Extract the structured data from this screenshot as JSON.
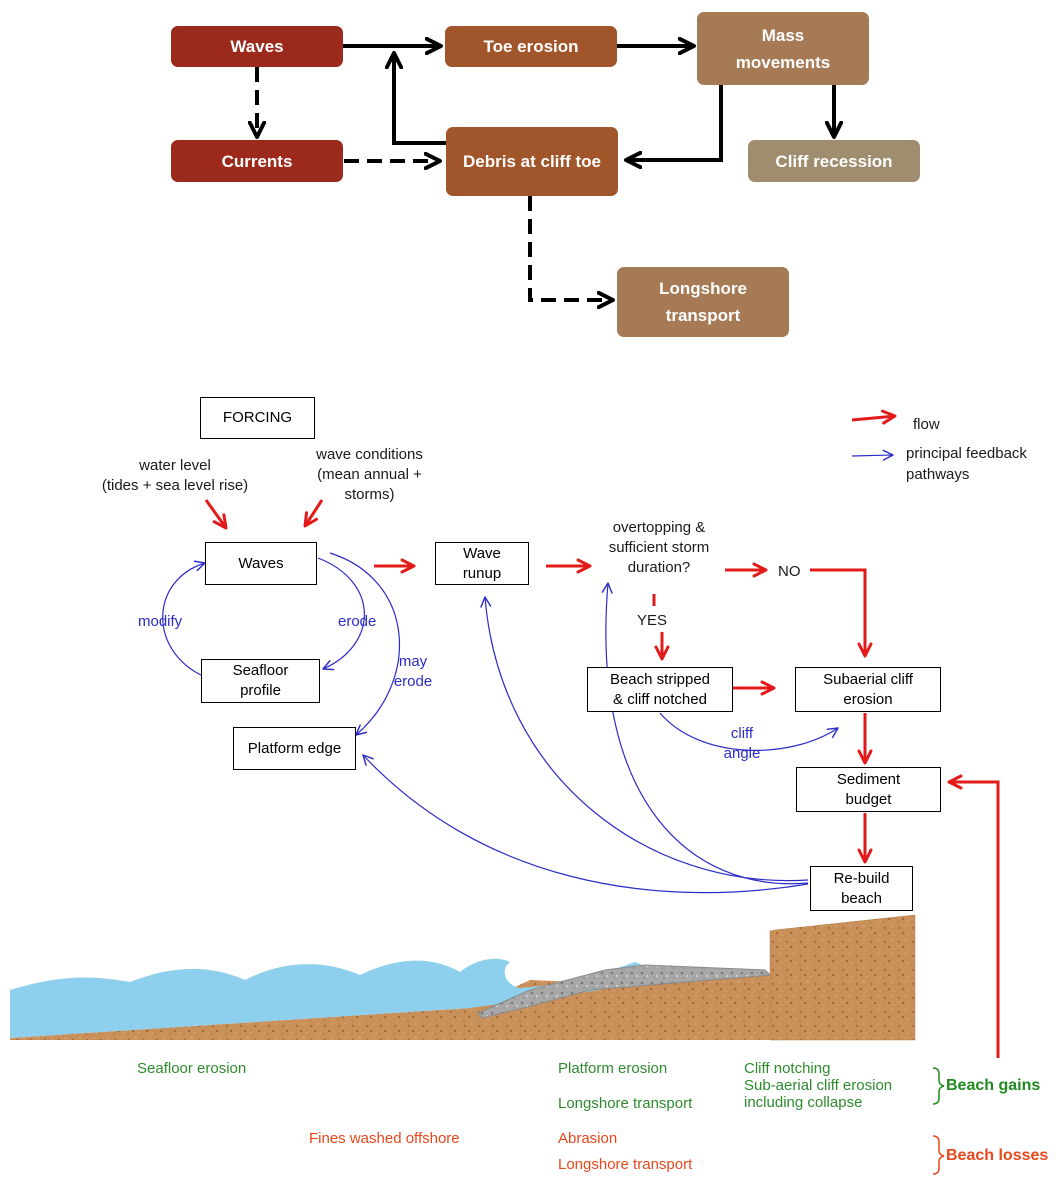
{
  "top_flowchart": {
    "waves": "Waves",
    "currents": "Currents",
    "toe_erosion": "Toe erosion",
    "debris": "Debris at cliff toe",
    "mass_movements": "Mass movements",
    "cliff_recession": "Cliff recession",
    "longshore_transport": "Longshore transport",
    "colors": {
      "dark_red": "#9c2a1c",
      "brown": "#a0562a",
      "tan": "#a67a55",
      "grey_brown": "#a08c6e"
    }
  },
  "legend": {
    "flow": "flow",
    "feedback_line1": "principal feedback",
    "feedback_line2": "pathways",
    "flow_color": "#e31a1a",
    "feedback_color": "#2b2bc8"
  },
  "process": {
    "forcing": "FORCING",
    "water_level_line1": "water level",
    "water_level_line2": "(tides + sea level rise)",
    "wave_conditions_line1": "wave conditions",
    "wave_conditions_line2": "(mean annual +",
    "wave_conditions_line3": "storms)",
    "waves": "Waves",
    "wave_runup_line1": "Wave",
    "wave_runup_line2": "runup",
    "question_line1": "overtopping &",
    "question_line2": "sufficient storm",
    "question_line3": "duration?",
    "no": "NO",
    "yes": "YES",
    "beach_stripped_line1": "Beach stripped",
    "beach_stripped_line2": "& cliff notched",
    "subaerial_line1": "Subaerial cliff",
    "subaerial_line2": "erosion",
    "seafloor_line1": "Seafloor",
    "seafloor_line2": "profile",
    "platform_edge": "Platform edge",
    "sediment_line1": "Sediment",
    "sediment_line2": "budget",
    "rebuild_line1": "Re-build",
    "rebuild_line2": "beach",
    "modify": "modify",
    "erode": "erode",
    "may_erode_line1": "may",
    "may_erode_line2": "erode",
    "cliff_angle_line1": "cliff",
    "cliff_angle_line2": "angle"
  },
  "bottom_labels": {
    "seafloor_erosion": "Seafloor erosion",
    "fines_washed_offshore": "Fines washed offshore",
    "platform_erosion": "Platform erosion",
    "longshore_transport_gain": "Longshore transport",
    "abrasion": "Abrasion",
    "longshore_transport_loss": "Longshore transport",
    "cliff_notching": "Cliff notching",
    "subaerial_cliff_erosion": "Sub-aerial cliff erosion",
    "including_collapse": "including collapse",
    "beach_gains": "Beach gains",
    "beach_losses": "Beach losses"
  }
}
